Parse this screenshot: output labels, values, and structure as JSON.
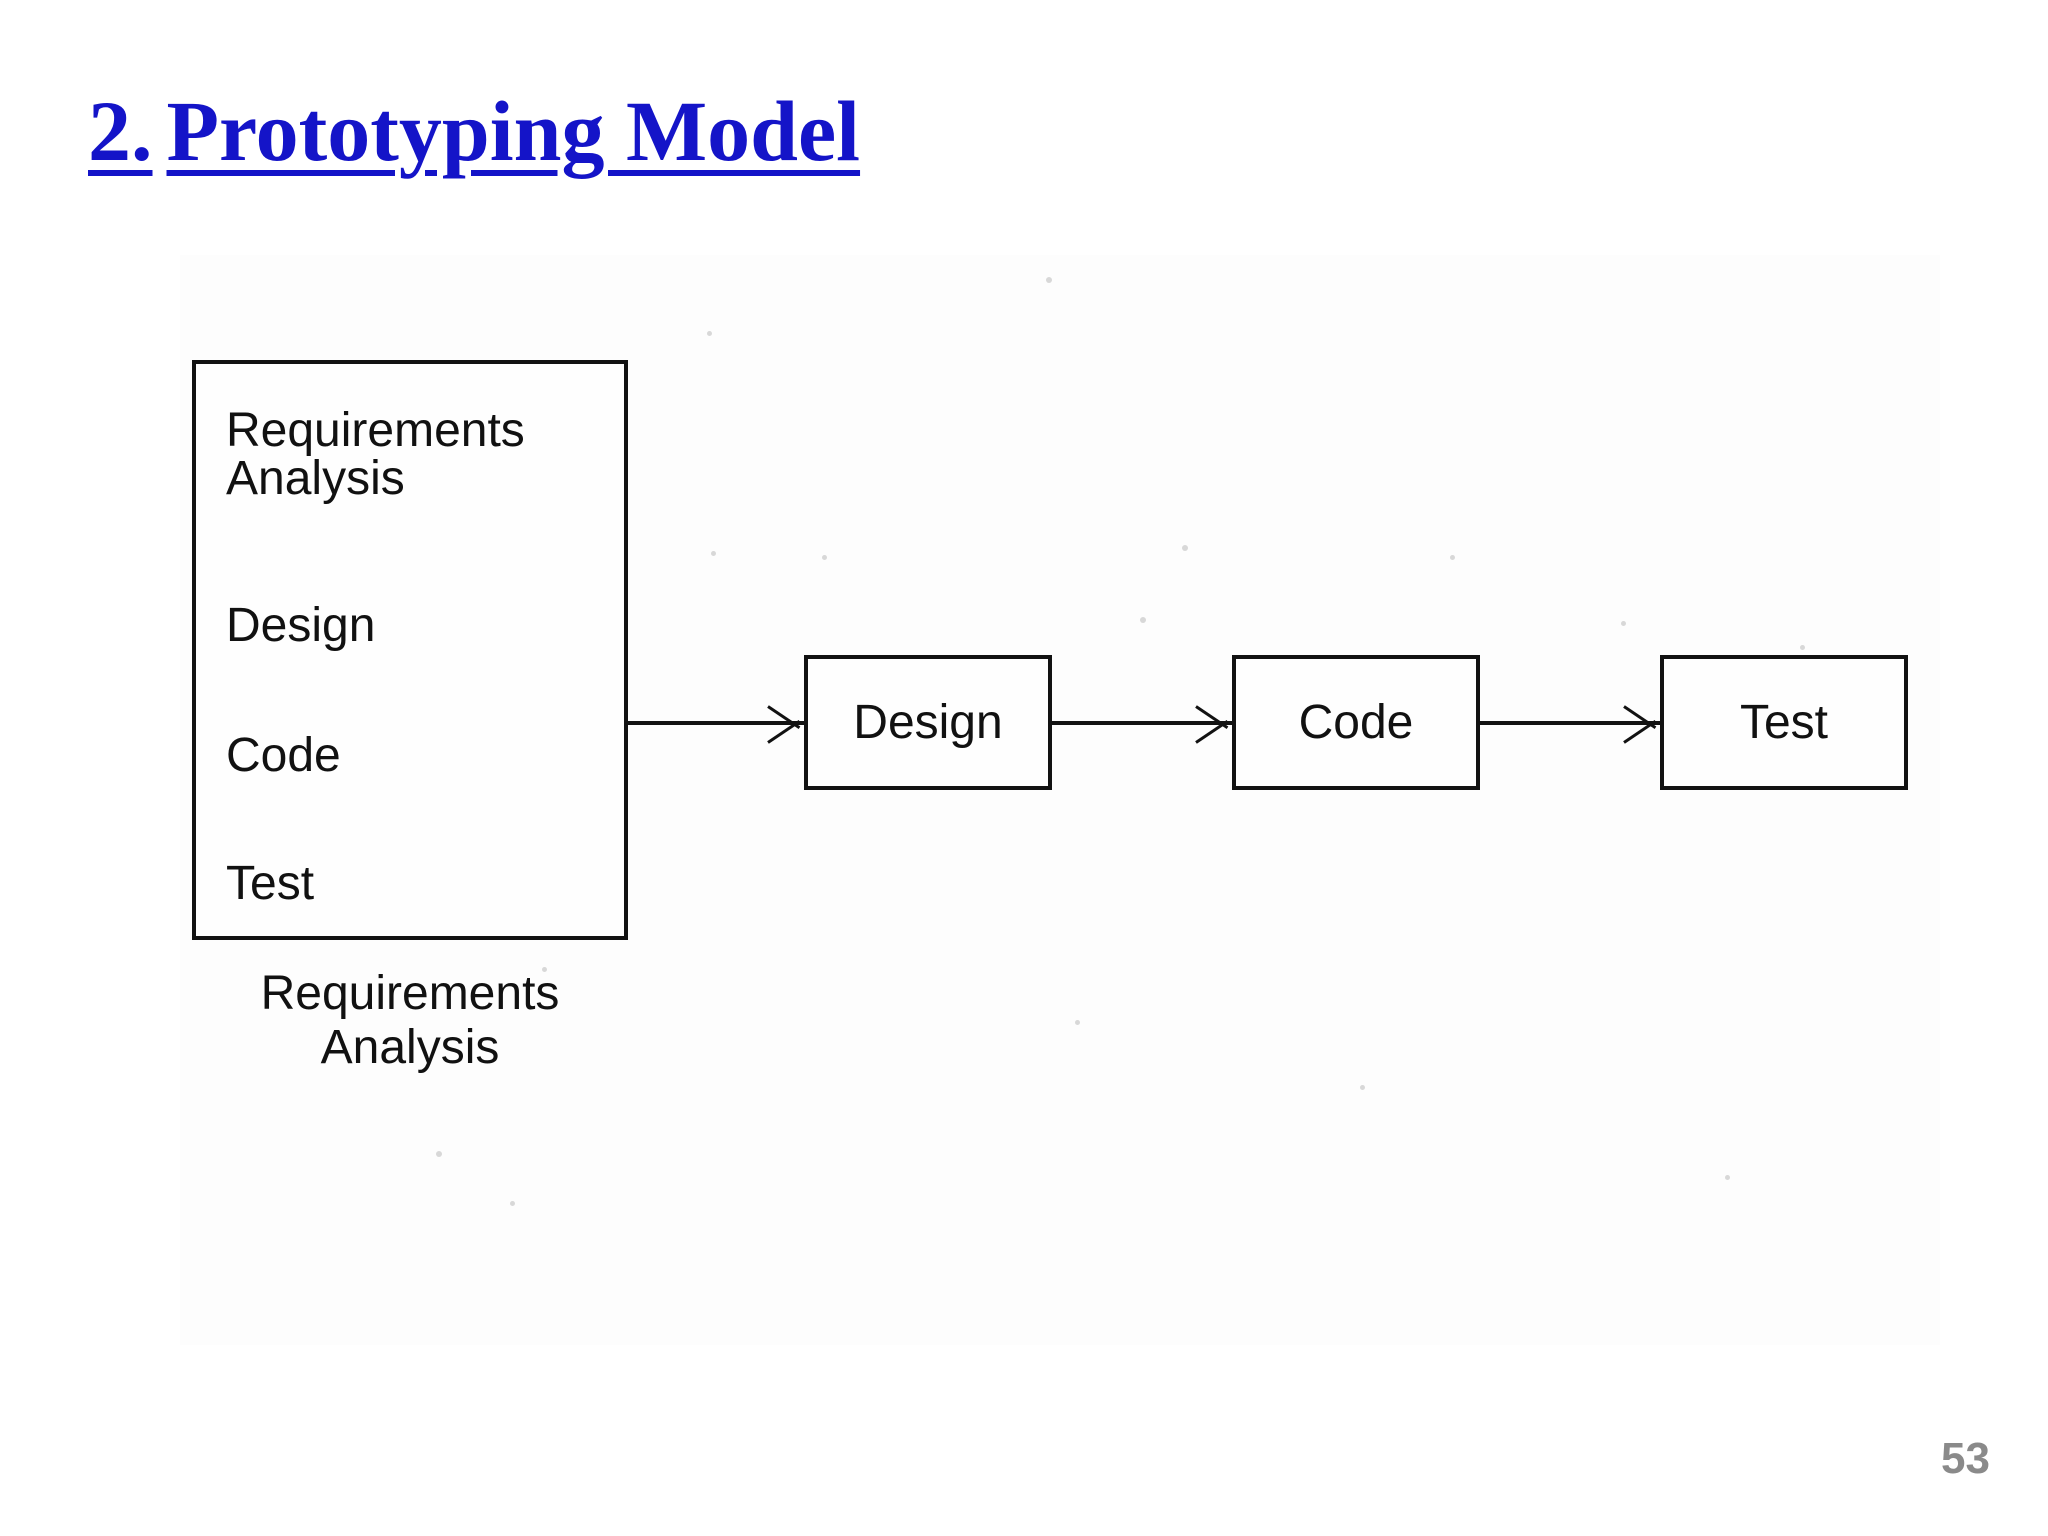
{
  "slide": {
    "title_number": "2.",
    "title_text": "Prototyping Model",
    "page_number": "53",
    "title_color": "#1414c8",
    "page_number_color": "#8a8a8a",
    "background_color": "#ffffff"
  },
  "diagram": {
    "prototype_box": {
      "stages": [
        {
          "label": "Requirements\nAnalysis"
        },
        {
          "label": "Design"
        },
        {
          "label": "Code"
        },
        {
          "label": "Test"
        }
      ],
      "stage_1": "Requirements",
      "stage_1b": "Analysis",
      "stage_2": "Design",
      "stage_3": "Code",
      "stage_4": "Test",
      "caption_line_1": "Requirements",
      "caption_line_2": "Analysis"
    },
    "pipeline_boxes": [
      {
        "label": "Design"
      },
      {
        "label": "Code"
      },
      {
        "label": "Test"
      }
    ],
    "box_design_label": "Design",
    "box_code_label": "Code",
    "box_test_label": "Test",
    "connectors": [
      {
        "from": "prototype-box",
        "to": "design-box",
        "style": "arrow"
      },
      {
        "from": "design-box",
        "to": "code-box",
        "style": "arrow"
      },
      {
        "from": "code-box",
        "to": "test-box",
        "style": "arrow"
      }
    ],
    "line_color": "#121212"
  }
}
